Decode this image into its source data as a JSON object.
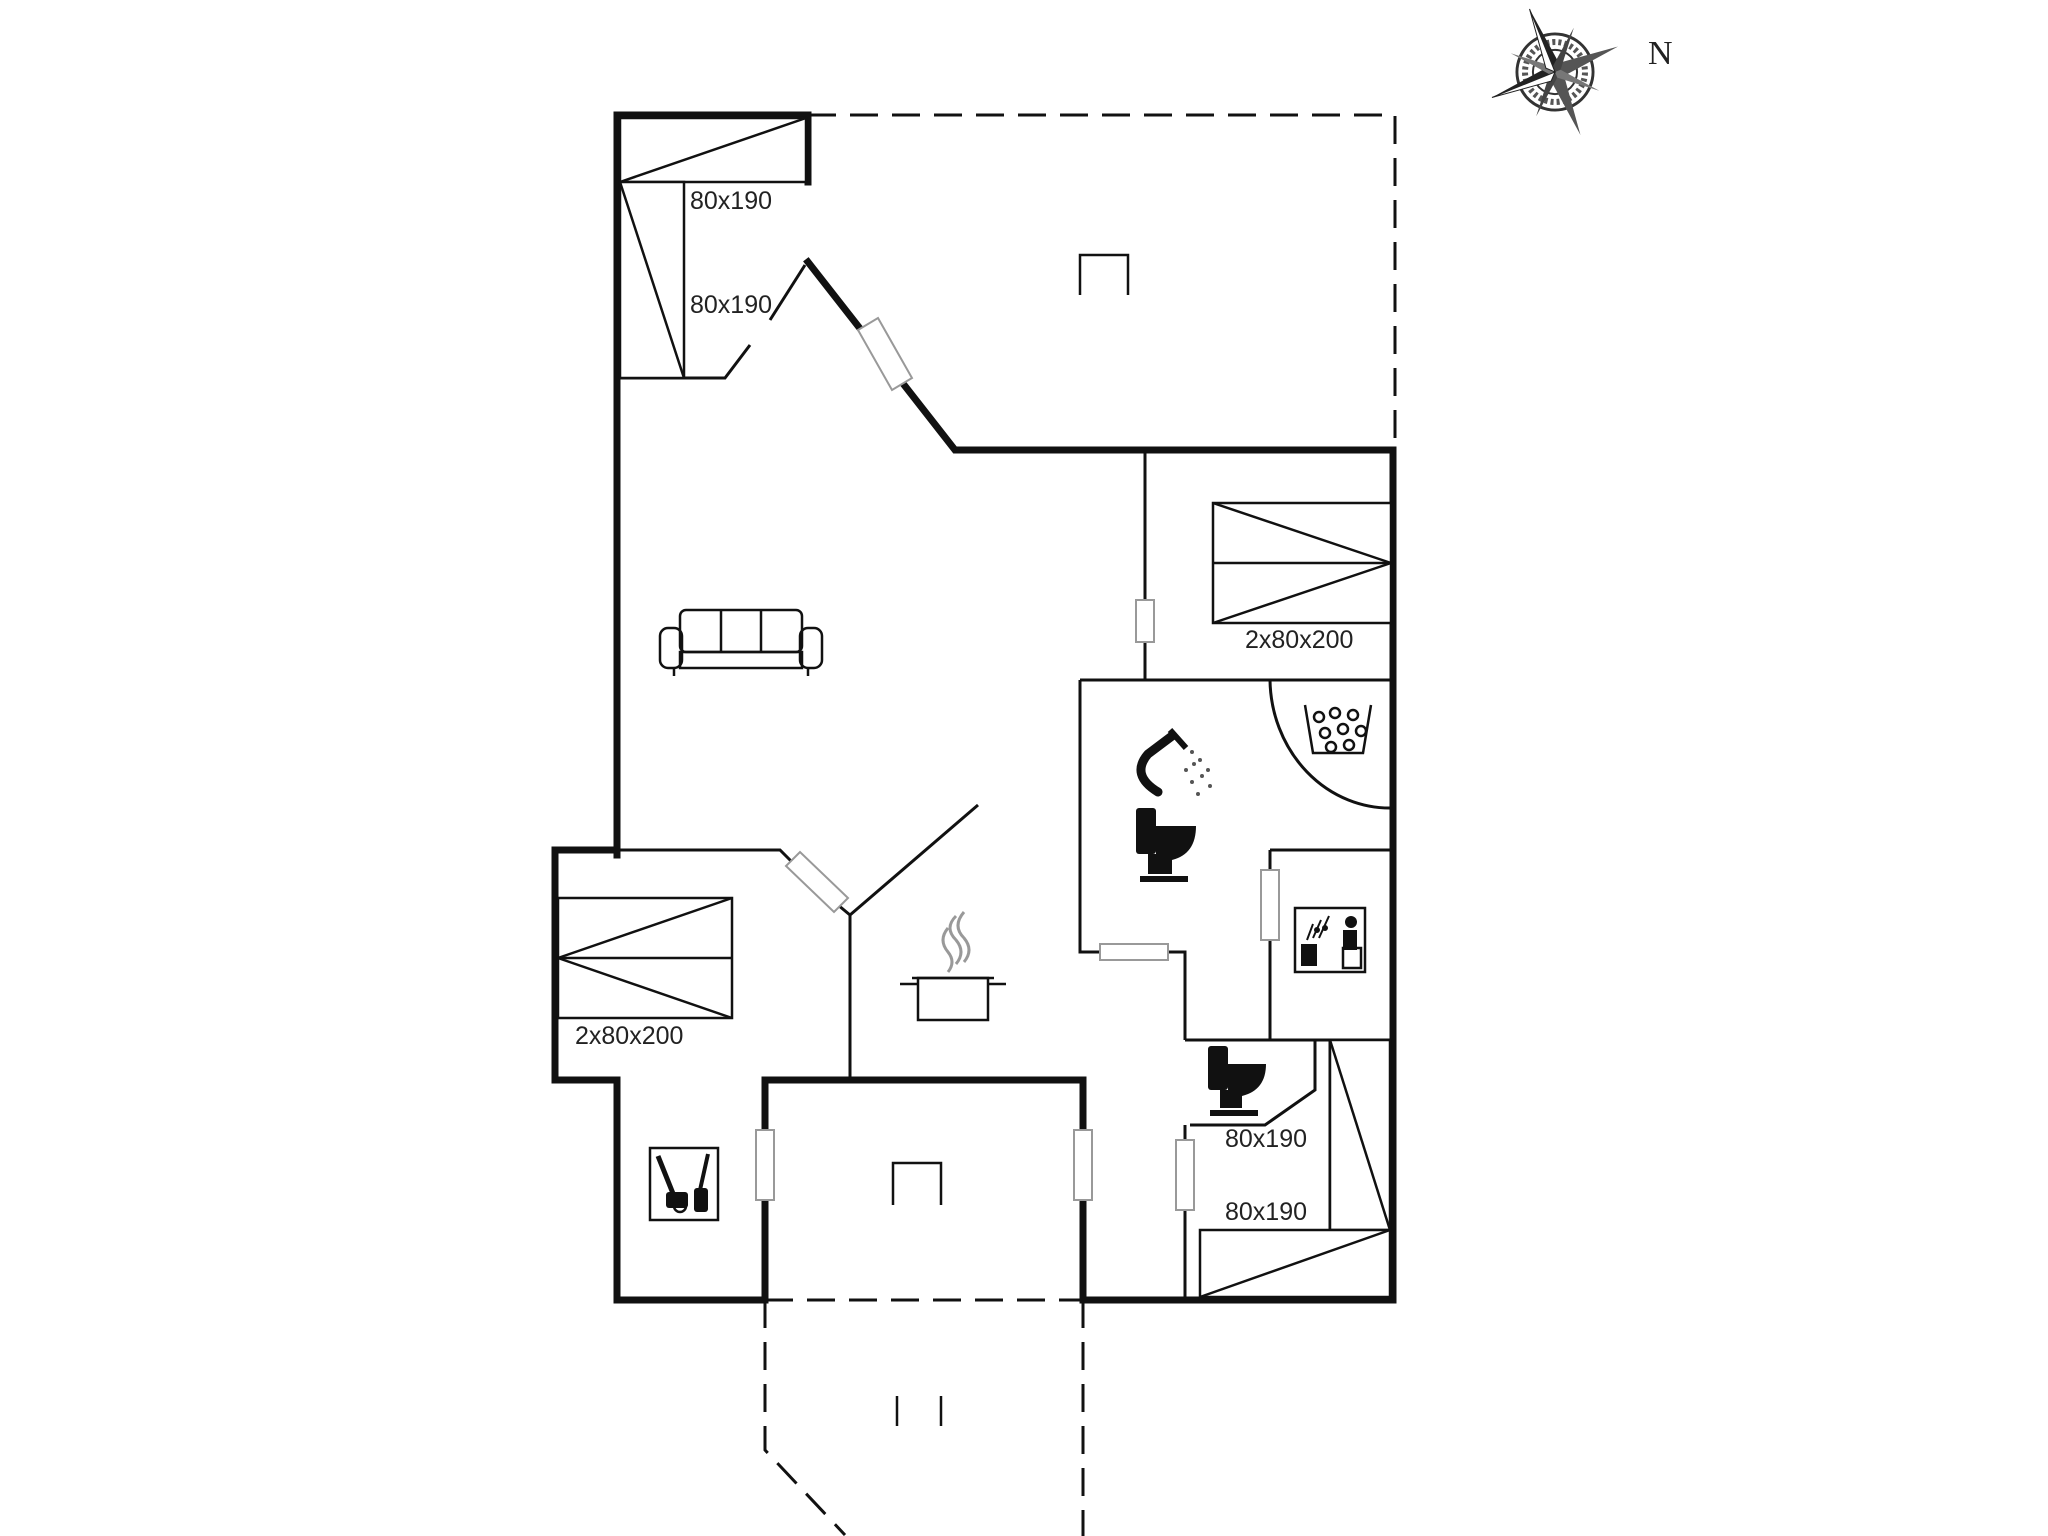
{
  "compass": {
    "north_label": "N",
    "icon": "compass-rose-icon"
  },
  "bed_labels": {
    "nw_bed_top": "80x190",
    "nw_bed_side": "80x190",
    "east_bedroom": "2x80x200",
    "west_bedroom": "2x80x200",
    "se_bed_top": "80x190",
    "se_bed_bottom": "80x190"
  },
  "icons": [
    "sofa-icon",
    "shower-icon",
    "whirlpool-icon",
    "toilet-icon",
    "sauna-icon",
    "cooking-pot-icon",
    "washing-machine-icon",
    "terrace-icon"
  ]
}
